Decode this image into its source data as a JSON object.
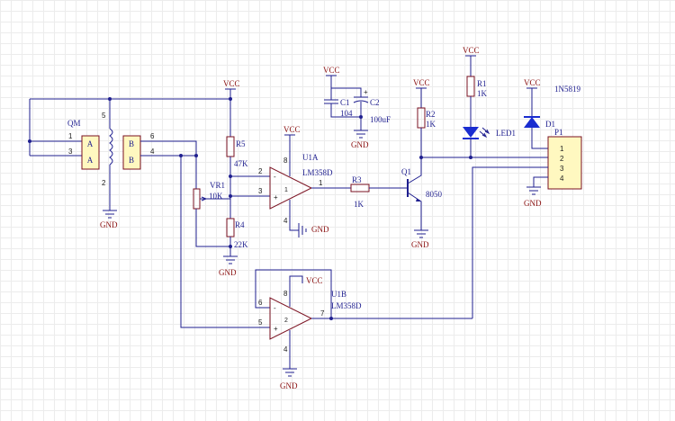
{
  "nets": {
    "vcc": "VCC",
    "gnd": "GND",
    "gnd_inline": "GND"
  },
  "qm": {
    "ref": "QM",
    "pin_a1": "A",
    "pin_a2": "A",
    "p1": "1",
    "p3": "3",
    "p5": "5",
    "p2": "2"
  },
  "conn_b": {
    "pin_b1": "B",
    "pin_b2": "B",
    "p6": "6",
    "p4": "4"
  },
  "r5": {
    "ref": "R5",
    "value": "47K"
  },
  "r4": {
    "ref": "R4",
    "value": "22K"
  },
  "vr1": {
    "ref": "VR1",
    "value": "10K"
  },
  "u1a": {
    "ref": "U1A",
    "part": "LM358D",
    "p2": "2",
    "p3": "3",
    "p1": "1",
    "p4": "4",
    "inv": "-",
    "noninv": "+",
    "unit": "1"
  },
  "u1b": {
    "ref": "U1B",
    "part": "LM358D",
    "p6": "6",
    "p5": "5",
    "p7": "7",
    "p8": "8",
    "p4": "4",
    "inv": "-",
    "noninv": "+",
    "unit": "2"
  },
  "u1a_vcc_pin": "8",
  "r3": {
    "ref": "R3",
    "value": "1K"
  },
  "q1": {
    "ref": "Q1",
    "part": "8050"
  },
  "r2": {
    "ref": "R2",
    "value": "1K"
  },
  "r1": {
    "ref": "R1",
    "value": "1K"
  },
  "led1": {
    "ref": "LED1"
  },
  "d1": {
    "ref": "D1",
    "part": "1N5819"
  },
  "c1": {
    "ref": "C1",
    "value": "104"
  },
  "c2": {
    "ref": "C2",
    "value": "100uF"
  },
  "p1": {
    "ref": "P1",
    "pins": [
      "1",
      "2",
      "3",
      "4"
    ]
  }
}
